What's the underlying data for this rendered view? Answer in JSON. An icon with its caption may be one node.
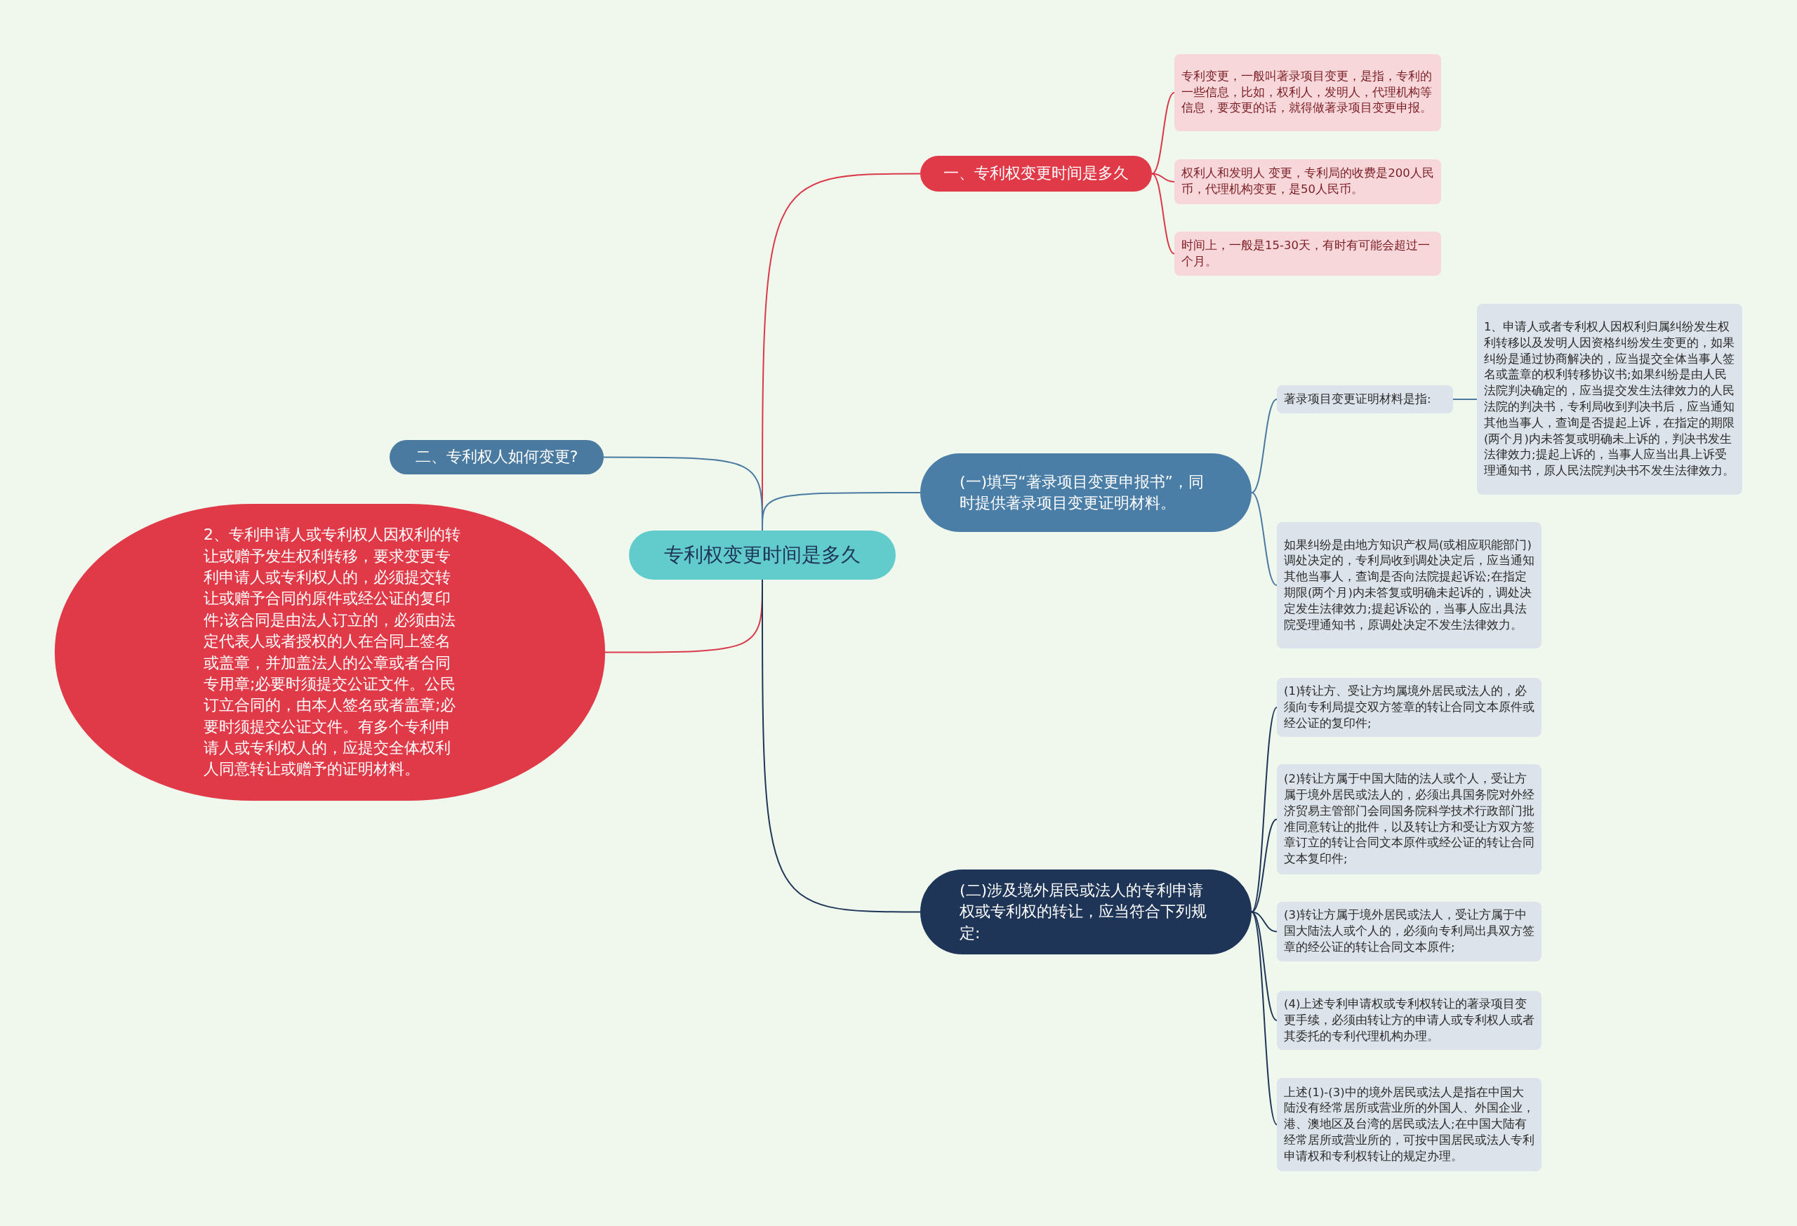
{
  "diagram": {
    "nodes": [
      {
        "text": [
          "专利权变更时间是多久"
        ]
      },
      {
        "text": [
          "一、专利权变更时间是多久"
        ]
      },
      {
        "text": [
          "专利变更，一般叫著录项目变更，是指，专利的一些信息，比如，权利人，发明人，代理机构等信息，要变更的话，就得做著录项目变更申报。"
        ]
      },
      {
        "text": [
          "权利人和发明人 变更，专利局的收费是200人民币，代理机构变更，是50人民币。"
        ]
      },
      {
        "text": [
          "时间上，一般是15-30天，有时有可能会超过一个月。"
        ]
      },
      {
        "text": [
          "二、专利权人如何变更?"
        ]
      },
      {
        "text": [
          "2、专利申请人或专利权人因权利的转让或赠予发生权利转移，要求变更专利申请人或专利权人的，必须提交转让或赠予合同的原件或经公证的复印件;该合同是由法人订立的，必须由法定代表人或者授权的人在合同上签名或盖章，并加盖法人的公章或者合同专用章;必要时须提交公证文件。公民订立合同的，由本人签名或者盖章;必要时须提交公证文件。有多个专利申请人或专利权人的，应提交全体权利人同意转让或赠予的证明材料。"
        ]
      },
      {
        "text": [
          "(一)填写“著录项目变更申报书”，同时提供著录项目变更证明材料。"
        ]
      },
      {
        "text": [
          "著录项目变更证明材料是指:"
        ]
      },
      {
        "text": [
          "1、申请人或者专利权人因权利归属纠纷发生权利转移以及发明人因资格纠纷发生变更的，如果纠纷是通过协商解决的，应当提交全体当事人签名或盖章的权利转移协议书;如果纠纷是由人民法院判决确定的，应当提交发生法律效力的人民法院的判决书，专利局收到判决书后，应当通知其他当事人，查询是否提起上诉，在指定的期限(两个月)内未答复或明确未上诉的，判决书发生法律效力;提起上诉的，当事人应当出具上诉受理通知书，原人民法院判决书不发生法律效力。"
        ]
      },
      {
        "text": [
          "如果纠纷是由地方知识产权局(或相应职能部门)调处决定的，专利局收到调处决定后，应当通知其他当事人，查询是否向法院提起诉讼;在指定期限(两个月)内未答复或明确未起诉的，调处决定发生法律效力;提起诉讼的，当事人应出具法院受理通知书，原调处决定不发生法律效力。"
        ]
      },
      {
        "text": [
          "(二)涉及境外居民或法人的专利申请权或专利权的转让，应当符合下列规定:"
        ]
      },
      {
        "text": [
          "(1)转让方、受让方均属境外居民或法人的，必须向专利局提交双方签章的转让合同文本原件或经公证的复印件;"
        ]
      },
      {
        "text": [
          "(2)转让方属于中国大陆的法人或个人，受让方属于境外居民或法人的，必须出具国务院对外经济贸易主管部门会同国务院科学技术行政部门批准同意转让的批件，以及转让方和受让方双方签章订立的转让合同文本原件或经公证的转让合同文本复印件;"
        ]
      },
      {
        "text": [
          "(3)转让方属于境外居民或法人，受让方属于中国大陆法人或个人的，必须向专利局出具双方签章的经公证的转让合同文本原件;"
        ]
      },
      {
        "text": [
          "(4)上述专利申请权或专利权转让的著录项目变更手续，必须由转让方的申请人或专利权人或者其委托的专利代理机构办理。"
        ]
      },
      {
        "text": [
          "上述(1)-(3)中的境外居民或法人是指在中国大陆没有经常居所或营业所的外国人、外国企业，港、澳地区及台湾的居民或法人;在中国大陆有经常居所或营业所的，可按中国居民或法人专利申请权和专利权转让的规定办理。"
        ]
      }
    ],
    "edges": [
      {
        "from": 0,
        "to": 1,
        "arrow": "none",
        "color": "#d9394a"
      },
      {
        "from": 1,
        "to": 2,
        "arrow": "none",
        "color": "#d9394a"
      },
      {
        "from": 1,
        "to": 3,
        "arrow": "none",
        "color": "#d9394a"
      },
      {
        "from": 1,
        "to": 4,
        "arrow": "none",
        "color": "#d9394a"
      },
      {
        "from": 0,
        "to": 5,
        "arrow": "none",
        "color": "#4a7aa0"
      },
      {
        "from": 0,
        "to": 6,
        "arrow": "none",
        "color": "#d9394a"
      },
      {
        "from": 0,
        "to": 7,
        "arrow": "none",
        "color": "#4a7aa0"
      },
      {
        "from": 7,
        "to": 8,
        "arrow": "none",
        "color": "#4a7aa0"
      },
      {
        "from": 8,
        "to": 9,
        "arrow": "none",
        "color": "#4a7aa0"
      },
      {
        "from": 7,
        "to": 10,
        "arrow": "none",
        "color": "#4a7aa0"
      },
      {
        "from": 0,
        "to": 11,
        "arrow": "none"
      },
      {
        "from": 11,
        "to": 12,
        "arrow": "none"
      },
      {
        "from": 11,
        "to": 13,
        "arrow": "none"
      },
      {
        "from": 11,
        "to": 14,
        "arrow": "none"
      },
      {
        "from": 11,
        "to": 15,
        "arrow": "none"
      },
      {
        "from": 11,
        "to": 16,
        "arrow": "none"
      }
    ]
  }
}
